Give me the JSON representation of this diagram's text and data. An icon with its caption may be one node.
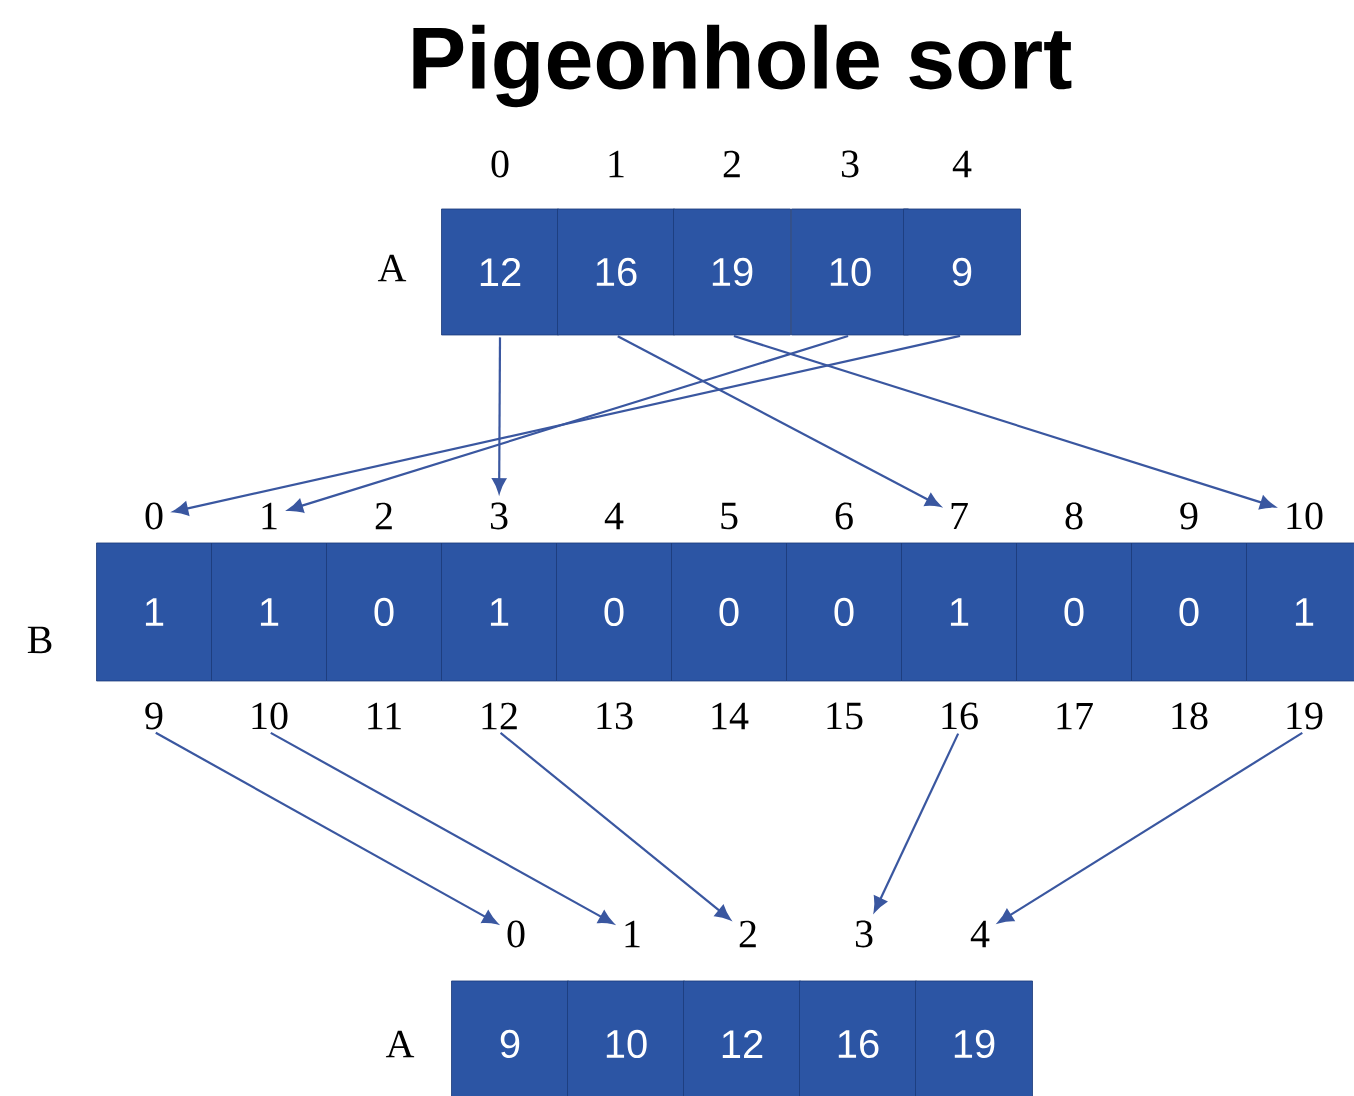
{
  "diagram": {
    "title": "Pigeonhole sort",
    "nodes": [
      {
        "text": [
          "12"
        ]
      },
      {
        "text": [
          "16"
        ]
      },
      {
        "text": [
          "19"
        ]
      },
      {
        "text": [
          "10"
        ]
      },
      {
        "text": [
          "9"
        ]
      },
      {
        "text": [
          "0"
        ]
      },
      {
        "text": [
          "1"
        ]
      },
      {
        "text": [
          "3"
        ]
      },
      {
        "text": [
          "7"
        ]
      },
      {
        "text": [
          "10"
        ]
      },
      {
        "text": [
          "1"
        ]
      },
      {
        "text": [
          "1"
        ]
      },
      {
        "text": [
          "0"
        ]
      },
      {
        "text": [
          "1"
        ]
      },
      {
        "text": [
          "0"
        ]
      },
      {
        "text": [
          "0"
        ]
      },
      {
        "text": [
          "0"
        ]
      },
      {
        "text": [
          "1"
        ]
      },
      {
        "text": [
          "0"
        ]
      },
      {
        "text": [
          "0"
        ]
      },
      {
        "text": [
          "1"
        ]
      },
      {
        "text": [
          "9"
        ]
      },
      {
        "text": [
          "10"
        ]
      },
      {
        "text": [
          "12"
        ]
      },
      {
        "text": [
          "16"
        ]
      },
      {
        "text": [
          "19"
        ]
      },
      {
        "text": [
          "0"
        ]
      },
      {
        "text": [
          "1"
        ]
      },
      {
        "text": [
          "2"
        ]
      },
      {
        "text": [
          "3"
        ]
      },
      {
        "text": [
          "4"
        ]
      },
      {
        "text": [
          "9"
        ]
      },
      {
        "text": [
          "10"
        ]
      },
      {
        "text": [
          "12"
        ]
      },
      {
        "text": [
          "16"
        ]
      },
      {
        "text": [
          "19"
        ]
      }
    ],
    "edges": [
      {
        "from": 0,
        "to": 7,
        "arrow": "to"
      },
      {
        "from": 1,
        "to": 8,
        "arrow": "to"
      },
      {
        "from": 2,
        "to": 9,
        "arrow": "to"
      },
      {
        "from": 3,
        "to": 6,
        "arrow": "to"
      },
      {
        "from": 4,
        "to": 5,
        "arrow": "to"
      },
      {
        "from": 21,
        "to": 26,
        "arrow": "to"
      },
      {
        "from": 22,
        "to": 27,
        "arrow": "to"
      },
      {
        "from": 23,
        "to": 28,
        "arrow": "to"
      },
      {
        "from": 24,
        "to": 29,
        "arrow": "to"
      },
      {
        "from": 25,
        "to": 30,
        "arrow": "to"
      }
    ],
    "labels": [
      "0",
      "1",
      "2",
      "3",
      "4",
      "A",
      "2",
      "4",
      "5",
      "6",
      "8",
      "9",
      "B",
      "11",
      "13",
      "14",
      "15",
      "17",
      "18",
      "A"
    ]
  }
}
